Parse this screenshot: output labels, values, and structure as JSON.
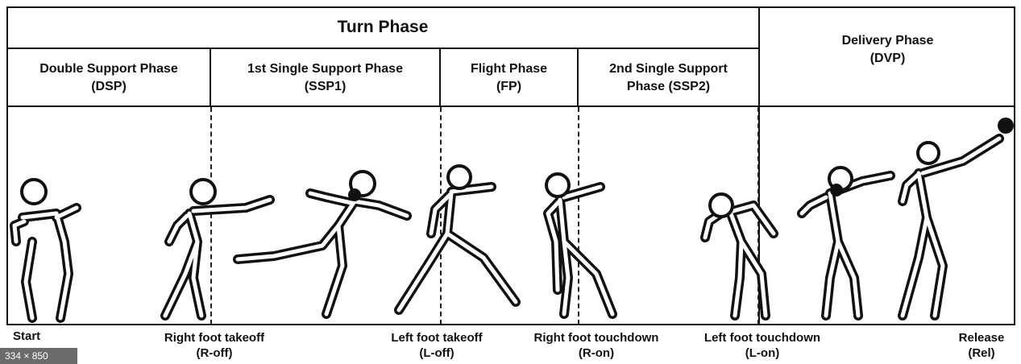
{
  "header": {
    "turn_phase": "Turn Phase",
    "delivery_phase": {
      "line1": "Delivery Phase",
      "line2": "(DVP)"
    }
  },
  "phases": [
    {
      "line1": "Double Support Phase",
      "line2": "(DSP)"
    },
    {
      "line1": "1st Single Support Phase",
      "line2": "(SSP1)"
    },
    {
      "line1": "Flight Phase",
      "line2": "(FP)"
    },
    {
      "line1": "2nd Single Support",
      "line2": "Phase (SSP2)"
    }
  ],
  "events": [
    {
      "line1": "Start",
      "line2": ""
    },
    {
      "line1": "Right foot takeoff",
      "line2": "(R-off)"
    },
    {
      "line1": "Left foot takeoff",
      "line2": "(L-off)"
    },
    {
      "line1": "Right foot touchdown",
      "line2": "(R-on)"
    },
    {
      "line1": "Left foot touchdown",
      "line2": "(L-on)"
    },
    {
      "line1": "Release",
      "line2": "(Rel)"
    }
  ],
  "image_badge": "334 × 850"
}
